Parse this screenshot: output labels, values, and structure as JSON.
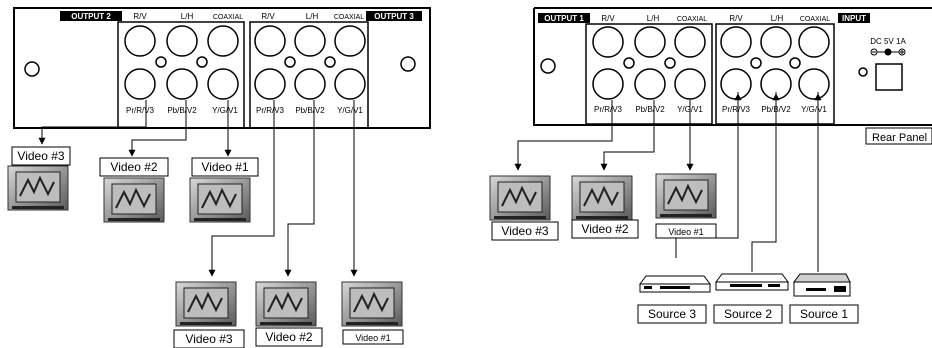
{
  "panels": [
    {
      "id": "left",
      "outputs": [
        {
          "label": "OUTPUT 2",
          "dark": true
        },
        {
          "label": "OUTPUT 3",
          "dark": true
        }
      ],
      "top_labels": [
        "R/V",
        "L/H",
        "COAXIAL",
        "R/V",
        "L/H",
        "COAXIAL"
      ],
      "bottom_labels": [
        "Pr/R/V3",
        "Pb/B/V2",
        "Y/G/V1",
        "Pr/R/V3",
        "Pb/B/V2",
        "Y/G/V1"
      ]
    },
    {
      "id": "right",
      "outputs": [
        {
          "label": "OUTPUT 1",
          "dark": true
        },
        {
          "label": "INPUT",
          "dark": true
        }
      ],
      "top_labels": [
        "R/V",
        "L/H",
        "COAXIAL",
        "R/V",
        "L/H",
        "COAXIAL"
      ],
      "bottom_labels": [
        "Pr/R/V3",
        "Pb/B/V2",
        "Y/G/V1",
        "Pr/R/V3",
        "Pb/B/V2",
        "Y/G/V1"
      ],
      "power_label": "DC  5V  1A",
      "panel_caption": "Rear Panel"
    }
  ],
  "video_boxes": [
    {
      "label": "Video  #3"
    },
    {
      "label": "Video  #2"
    },
    {
      "label": "Video  #1"
    },
    {
      "label": "Video  #3"
    },
    {
      "label": "Video  #2"
    },
    {
      "label": "Video #1"
    },
    {
      "label": "Video  #3"
    },
    {
      "label": "Video  #2"
    },
    {
      "label": "Video  #1"
    }
  ],
  "sources": [
    {
      "label": "Source 3",
      "icon": "dvd-player-icon"
    },
    {
      "label": "Source 2",
      "icon": "vcr-icon"
    },
    {
      "label": "Source 1",
      "icon": "set-top-box-icon"
    }
  ]
}
